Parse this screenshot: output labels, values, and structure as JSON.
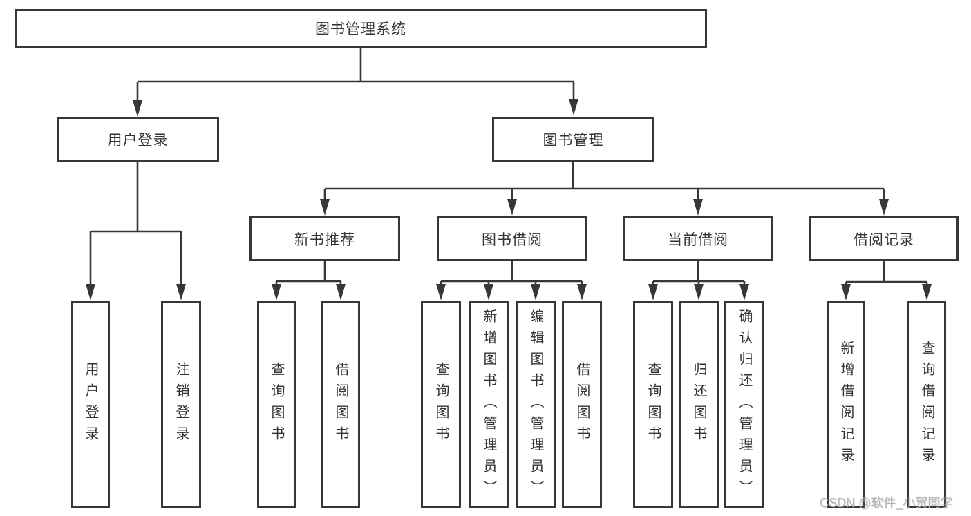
{
  "diagram": {
    "title": "图书管理系统",
    "nodes": {
      "root": "图书管理系统",
      "user_login": "用户登录",
      "book_mgmt": "图书管理",
      "new_book_rec": "新书推荐",
      "book_borrow": "图书借阅",
      "current_borrow": "当前借阅",
      "borrow_records": "借阅记录",
      "leaves_user": [
        "用户登录",
        "注销登录"
      ],
      "leaves_newbook": [
        "查询图书",
        "借阅图书"
      ],
      "leaves_borrow": [
        "查询图书",
        "新增图书（管理员）",
        "编辑图书（管理员）",
        "借阅图书"
      ],
      "leaves_current": [
        "查询图书",
        "归还图书",
        "确认归还（管理员）"
      ],
      "leaves_records": [
        "新增借阅记录",
        "查询借阅记录"
      ]
    },
    "colors": {
      "line": "#373737",
      "text": "#333333",
      "box_fill": "#ffffff",
      "watermark": "#b3b3b3",
      "background": "#ffffff"
    }
  },
  "watermark": "CSDN @软件_小贺同学"
}
